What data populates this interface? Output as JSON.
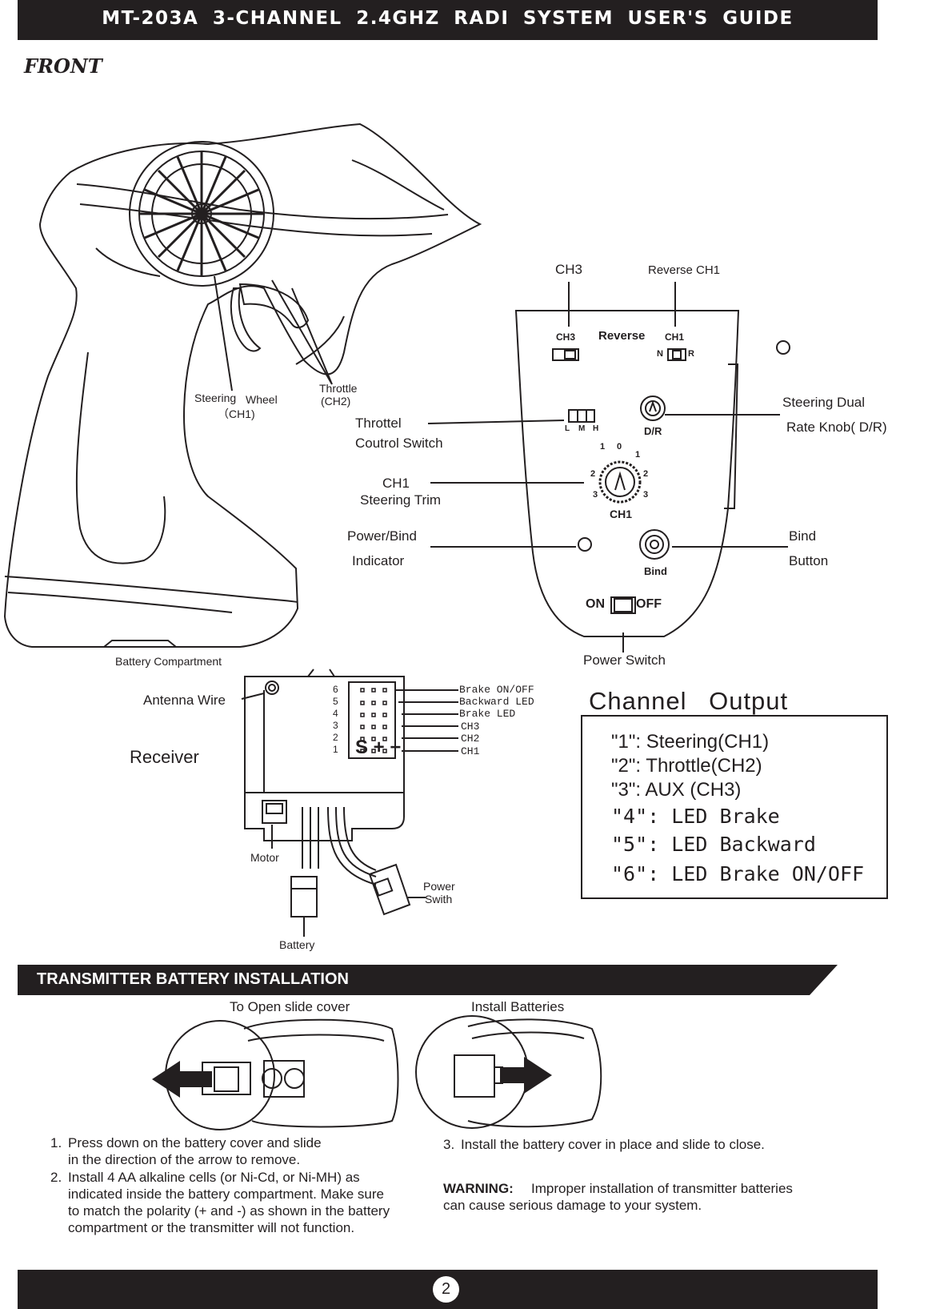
{
  "header": {
    "title": "MT-203A   3-CHANNEL 2.4GHZ RADI    SYSTEM USER'S GUIDE"
  },
  "front_heading": "FRONT",
  "transmitter_labels": {
    "steering_wheel_a": "Steering",
    "steering_wheel_b": "Wheel",
    "steering_wheel_ch": "（CH1)",
    "throttle": "Throttle",
    "throttle_ch": "(CH2)",
    "battery_compartment": "Battery Compartment"
  },
  "panel_labels": {
    "ch3": "CH3",
    "reverse_ch1": "Reverse CH1",
    "throttel": "Throttel",
    "coutrol_switch": "Coutrol Switch",
    "ch1": "CH1",
    "steering_trim": "Steering Trim",
    "power_bind": "Power/Bind",
    "indicator": "Indicator",
    "steering_dual": "Steering Dual",
    "rate_knob": "Rate Knob( D/R)",
    "bind": "Bind",
    "button": "Button",
    "power_switch": "Power Switch"
  },
  "panel_printing": {
    "ch3": "CH3",
    "reverse": "Reverse",
    "ch1": "CH1",
    "n": "N",
    "r": "R",
    "l": "L",
    "m": "M",
    "h": "H",
    "dr": "D/R",
    "trim_ch1": "CH1",
    "bind": "Bind",
    "on": "ON",
    "off": "OFF",
    "trim_numbers": [
      "1",
      "0",
      "1",
      "2",
      "3",
      "2",
      "3"
    ]
  },
  "receiver": {
    "title": "Receiver",
    "antenna": "Antenna Wire",
    "motor": "Motor",
    "battery": "Battery",
    "power": "Power",
    "swith": "Swith",
    "pin_numbers": [
      "6",
      "5",
      "4",
      "3",
      "2",
      "1"
    ],
    "pin_labels": [
      "Brake ON/OFF",
      "Backward LED",
      "Brake LED",
      "CH3",
      "CH2",
      "CH1"
    ],
    "spm": "S + −"
  },
  "channel_output": {
    "title": "Channel   Output",
    "items": [
      "\"1\": Steering(CH1)",
      "\"2\": Throttle(CH2)",
      "\"3\": AUX (CH3)",
      "\"4\": LED Brake",
      "\"5\": LED Backward",
      "\"6\": LED Brake ON/OFF"
    ]
  },
  "battery_section": {
    "title": "TRANSMITTER BATTERY INSTALLATION",
    "open_cover": "To Open slide cover",
    "install": "Install Batteries",
    "steps": [
      {
        "n": "1.",
        "lines": [
          "Press down on the battery cover and slide",
          "in the direction of the arrow to remove."
        ]
      },
      {
        "n": "2.",
        "lines": [
          "Install 4 AA alkaline cells (or Ni-Cd, or Ni-MH) as",
          "indicated inside the battery compartment. Make sure",
          "to match the polarity (+ and -) as shown in the battery",
          "compartment or the transmitter will not function."
        ]
      },
      {
        "n": "3.",
        "lines": [
          "Install the battery cover in place and slide to close."
        ]
      }
    ],
    "warning_label": "WARNING:",
    "warning_lines": [
      "Improper installation of transmitter batteries",
      "can cause serious damage to your system."
    ]
  },
  "footer": {
    "page": "2"
  }
}
